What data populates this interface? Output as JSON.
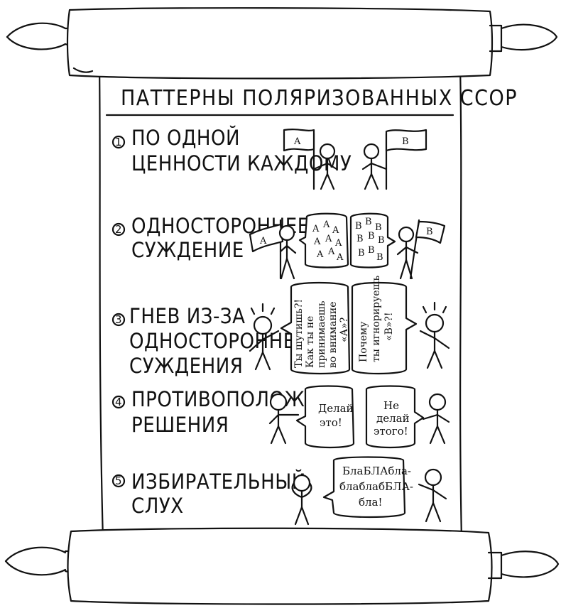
{
  "title": "ПАТТЕРНЫ ПОЛЯРИЗОВАННЫХ ССОР",
  "patterns": [
    {
      "number": "1",
      "line1": "ПО ОДНОЙ",
      "line2": "ЦЕННОСТИ КАЖДОМУ",
      "flag_left": "A",
      "flag_right": "B"
    },
    {
      "number": "2",
      "line1": "ОДНОСТОРОННЕЕ",
      "line2": "СУЖДЕНИЕ",
      "flag_left": "A",
      "flag_right": "B",
      "bubble_left_letter": "A",
      "bubble_right_letter": "B"
    },
    {
      "number": "3",
      "line1": "ГНЕВ ИЗ-ЗА",
      "line2": "ОДНОСТОРОННЕГО",
      "line3": "СУЖДЕНИЯ",
      "bubble_left": [
        "Ты шутишь?!",
        "Как ты не",
        "принимаешь",
        "во внимание",
        "«А»?"
      ],
      "bubble_right": [
        "Почему",
        "ты игнорируешь",
        "«В»?!"
      ]
    },
    {
      "number": "4",
      "line1": "ПРОТИВОПОЛОЖНЫЕ",
      "line2": "РЕШЕНИЯ",
      "bubble_left": [
        "Делай",
        "это!"
      ],
      "bubble_right": [
        "Не",
        "делай",
        "этого!"
      ]
    },
    {
      "number": "5",
      "line1": "ИЗБИРАТЕЛЬНЫЙ",
      "line2": "СЛУХ",
      "bubble": [
        "БлаБЛАбла-",
        "блаблабБЛА-",
        "бла!"
      ]
    }
  ]
}
